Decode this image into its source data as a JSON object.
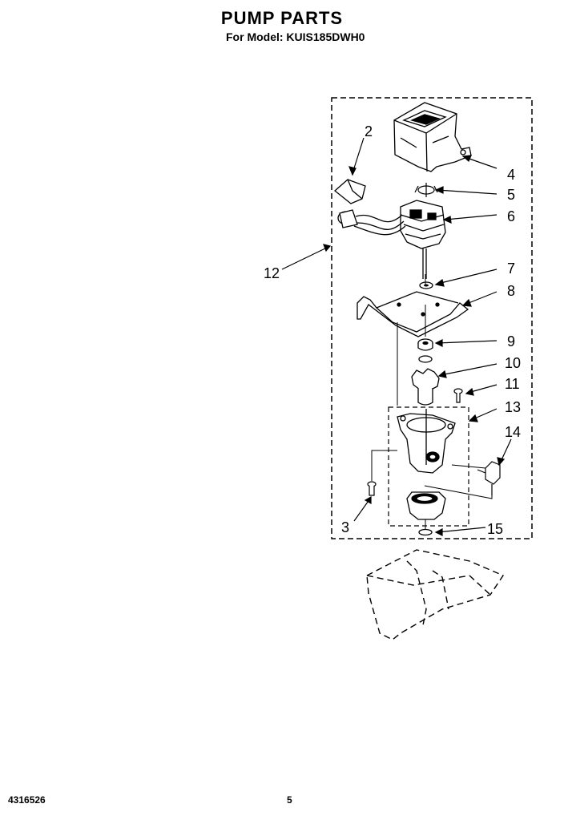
{
  "header": {
    "title": "PUMP PARTS",
    "subtitle": "For Model: KUIS185DWH0"
  },
  "footer": {
    "doc_number": "4316526",
    "page_number": "5"
  },
  "callouts": [
    {
      "id": "2",
      "label": "2"
    },
    {
      "id": "3",
      "label": "3"
    },
    {
      "id": "4",
      "label": "4"
    },
    {
      "id": "5",
      "label": "5"
    },
    {
      "id": "6",
      "label": "6"
    },
    {
      "id": "7",
      "label": "7"
    },
    {
      "id": "8",
      "label": "8"
    },
    {
      "id": "9",
      "label": "9"
    },
    {
      "id": "10",
      "label": "10"
    },
    {
      "id": "11",
      "label": "11"
    },
    {
      "id": "12",
      "label": "12"
    },
    {
      "id": "13",
      "label": "13"
    },
    {
      "id": "14",
      "label": "14"
    },
    {
      "id": "15",
      "label": "15"
    }
  ]
}
